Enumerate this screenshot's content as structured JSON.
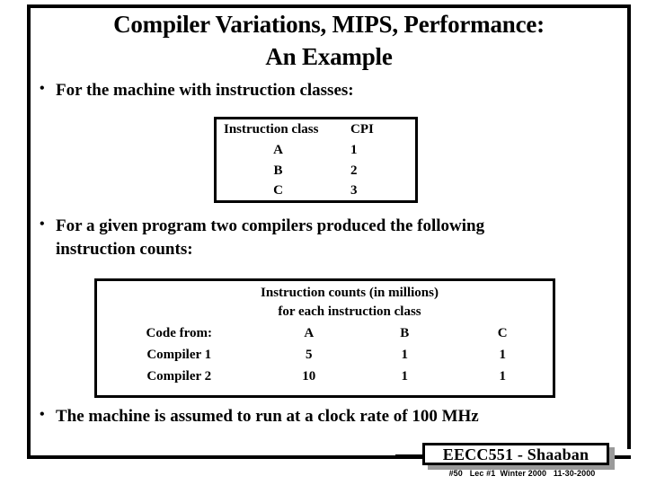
{
  "slide": {
    "title_line1": "Compiler Variations, MIPS, Performance:",
    "title_line2": "An Example",
    "bullet_marker": "•"
  },
  "bullets": [
    {
      "text": "For the machine with instruction classes:"
    },
    {
      "text": "For a given program two compilers produced the following instruction counts:"
    },
    {
      "text": "The machine is assumed to run at a clock rate of 100 MHz"
    }
  ],
  "table1": {
    "headers": [
      "Instruction class",
      "CPI"
    ],
    "rows": [
      {
        "class": "A",
        "cpi": "1"
      },
      {
        "class": "B",
        "cpi": "2"
      },
      {
        "class": "C",
        "cpi": "3"
      }
    ]
  },
  "table2": {
    "caption_line1": "Instruction counts (in millions)",
    "caption_line2": "for each  instruction class",
    "row_header_label": "Code  from:",
    "class_headers": [
      "A",
      "B",
      "C"
    ],
    "rows": [
      {
        "label": "Compiler 1",
        "a": "5",
        "b": "1",
        "c": "1"
      },
      {
        "label": "Compiler 2",
        "a": "10",
        "b": "1",
        "c": "1"
      }
    ]
  },
  "footer": {
    "badge": "EECC551 - Shaaban",
    "caption": "#50   Lec #1  Winter 2000   11-30-2000"
  }
}
